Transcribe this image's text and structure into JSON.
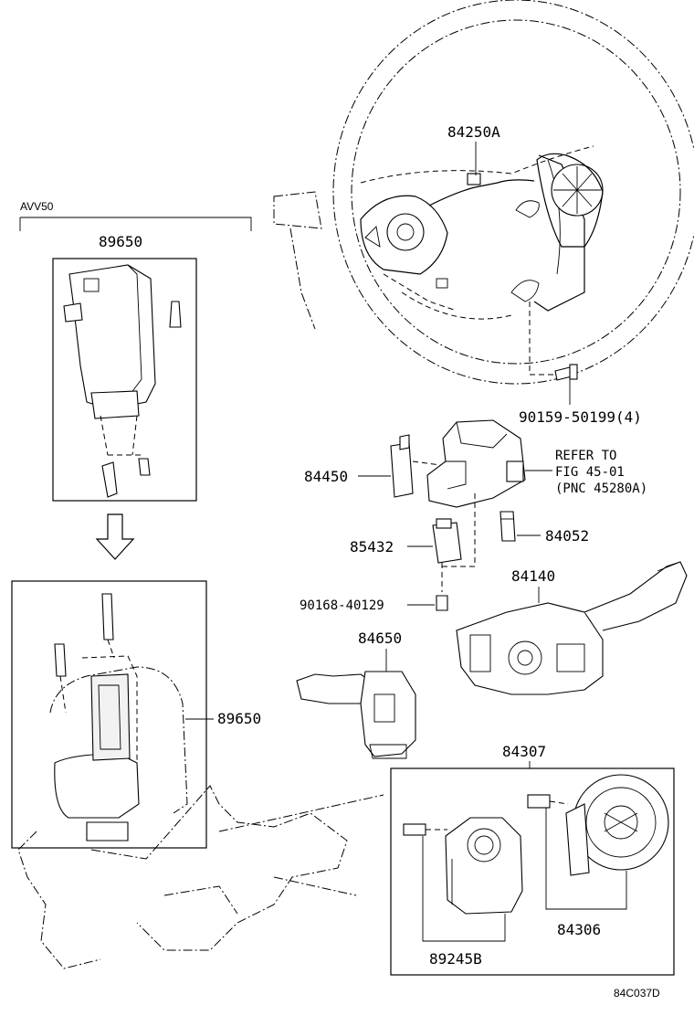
{
  "variant_tag": "AVV50",
  "diagram_id": "84C037D",
  "parts": {
    "p84250a": "84250A",
    "p89650_top": "89650",
    "p89650_side": "89650",
    "p90159": "90159-50199(4)",
    "p84450": "84450",
    "p85432": "85432",
    "p84052": "84052",
    "p84140": "84140",
    "p90168": "90168-40129",
    "p84650": "84650",
    "p84307": "84307",
    "p84306": "84306",
    "p89245b": "89245B"
  },
  "refer": {
    "line1": "REFER TO",
    "line2": "FIG 45-01",
    "line3": "(PNC 45280A)"
  }
}
